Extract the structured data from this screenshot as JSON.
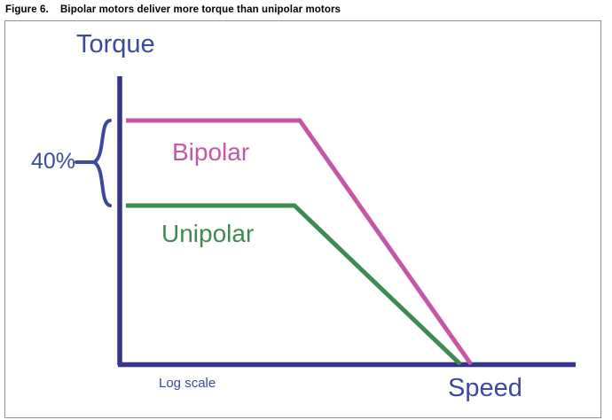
{
  "caption": {
    "number": "Figure 6.",
    "title": "Bipolar motors deliver more torque than unipolar motors"
  },
  "chart_data": {
    "type": "line",
    "title": "Bipolar motors deliver more torque than unipolar motors",
    "xlabel": "Speed",
    "ylabel": "Torque",
    "x_axis_note": "Log scale",
    "grid": false,
    "legend": "inline-labels",
    "annotations": [
      {
        "name": "torque-difference-brace",
        "text": "40%",
        "describes": "Bipolar plateau torque exceeds unipolar plateau torque by 40%"
      }
    ],
    "series": [
      {
        "name": "Bipolar",
        "color": "#c457a8",
        "points": [
          {
            "x": 0.0,
            "y": 1.4
          },
          {
            "x": 0.385,
            "y": 1.4
          },
          {
            "x": 1.0,
            "y": 0.0
          }
        ]
      },
      {
        "name": "Unipolar",
        "color": "#3d8b4e",
        "points": [
          {
            "x": 0.0,
            "y": 1.0
          },
          {
            "x": 0.372,
            "y": 1.0
          },
          {
            "x": 0.97,
            "y": 0.0
          }
        ]
      }
    ],
    "axis_color": "#36358a",
    "label_color": "#3b4a9e",
    "xlim": [
      0,
      1.08
    ],
    "ylim": [
      0,
      1.72
    ]
  }
}
